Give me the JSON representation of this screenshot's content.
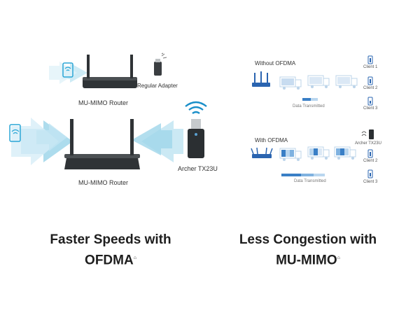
{
  "left_panel": {
    "top_router_label": "MU-MIMO Router",
    "regular_adapter_label": "Regular Adapter",
    "big_router_label": "MU-MIMO Router",
    "archer_label": "Archer TX23U",
    "headline_line1": "Faster Speeds with",
    "headline_line2": "OFDMA",
    "headline_mark": "⌂"
  },
  "right_panel": {
    "without_title": "Without OFDMA",
    "without_clients": [
      "Client 1",
      "Client 2",
      "Client 3"
    ],
    "without_data_label": "Data Transmitted",
    "with_title": "With OFDMA",
    "with_clients": [
      "Archer TX23U",
      "Client 2",
      "Client 3"
    ],
    "with_data_label": "Data Transmitted",
    "headline_line1": "Less Congestion with",
    "headline_line2": "MU-MIMO",
    "headline_mark": "⌂"
  },
  "colors": {
    "arrow_light": "#dff2f8",
    "arrow_mid": "#a9dced",
    "accent_blue": "#1a8fc9",
    "router_dark": "#2f3336",
    "bar_blue": "#3a7fc6",
    "bar_light": "#b9d6ef"
  }
}
